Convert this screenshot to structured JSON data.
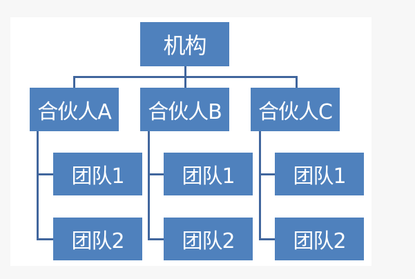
{
  "root": {
    "label": "机构"
  },
  "partners": [
    {
      "label": "合伙人A",
      "teams": [
        "团队1",
        "团队2"
      ]
    },
    {
      "label": "合伙人B",
      "teams": [
        "团队1",
        "团队2"
      ]
    },
    {
      "label": "合伙人C",
      "teams": [
        "团队1",
        "团队2"
      ]
    }
  ],
  "colors": {
    "box": "#4f81bd",
    "line": "#41669d",
    "text": "#ffffff"
  }
}
